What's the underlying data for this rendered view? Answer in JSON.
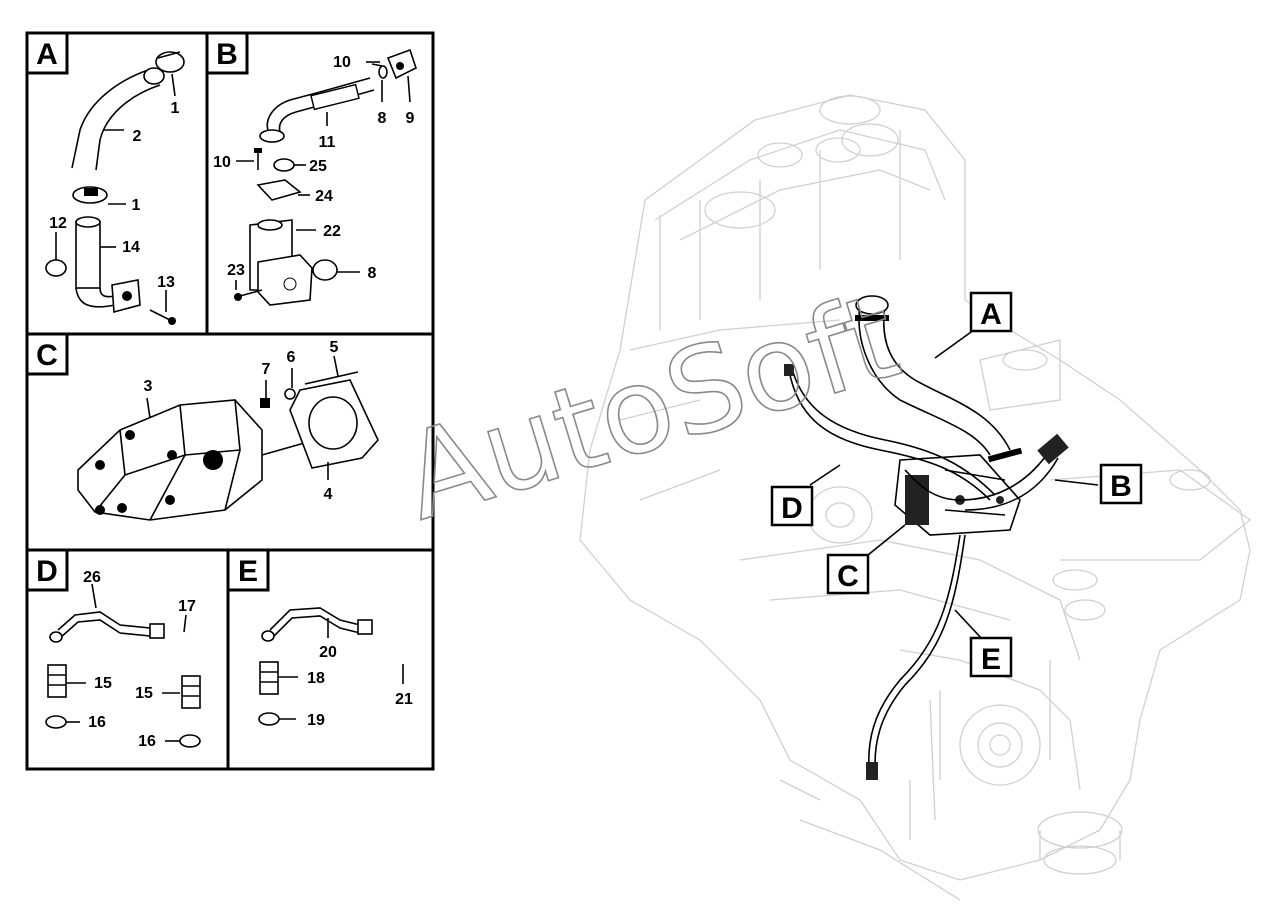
{
  "panels": [
    {
      "letter": "A",
      "callouts": [
        "1",
        "2",
        "1",
        "12",
        "14",
        "13"
      ]
    },
    {
      "letter": "B",
      "callouts": [
        "10",
        "9",
        "8",
        "11",
        "10",
        "25",
        "24",
        "22",
        "23",
        "8"
      ]
    },
    {
      "letter": "C",
      "callouts": [
        "7",
        "6",
        "5",
        "3",
        "4"
      ]
    },
    {
      "letter": "D",
      "callouts": [
        "26",
        "17",
        "15",
        "15",
        "16",
        "16"
      ]
    },
    {
      "letter": "E",
      "callouts": [
        "20",
        "21",
        "18",
        "19"
      ]
    }
  ],
  "assembly_labels": [
    "A",
    "B",
    "C",
    "D",
    "E"
  ],
  "watermark": "AutoSoft"
}
